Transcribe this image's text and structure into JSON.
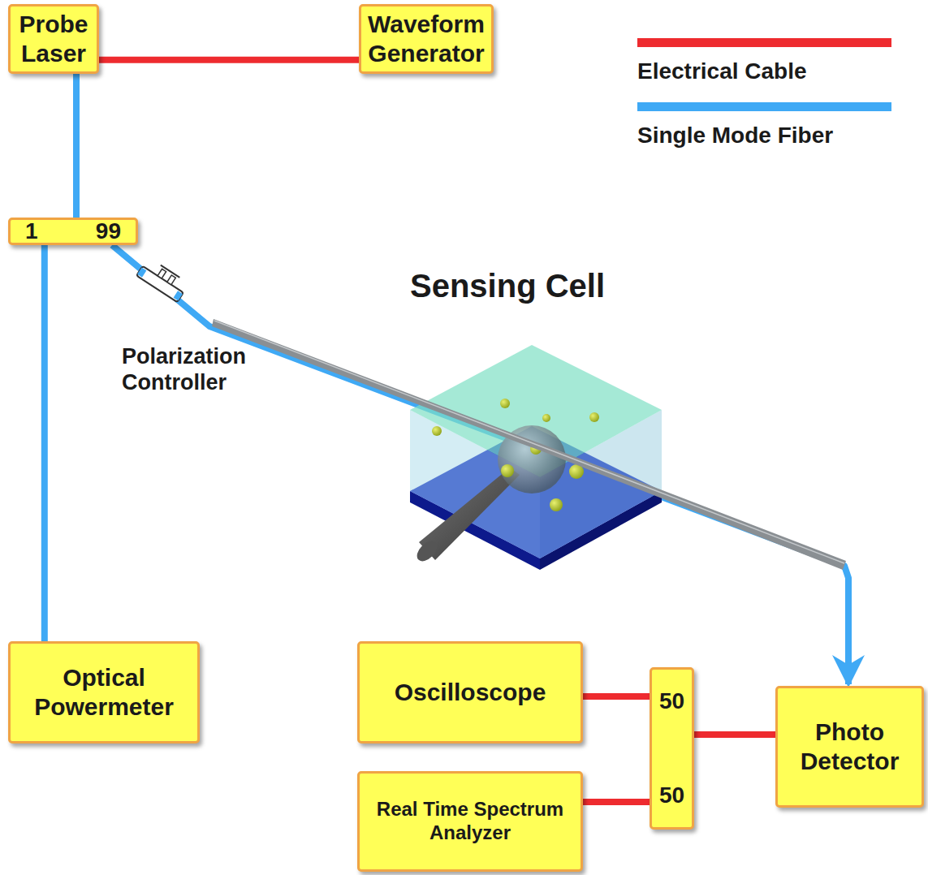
{
  "diagram": {
    "nodes": [
      {
        "text": [
          "Probe Laser"
        ]
      },
      {
        "text": [
          "Waveform Generator"
        ]
      },
      {
        "text": [
          "1",
          "99"
        ]
      },
      {
        "text": [
          "Optical Powermeter"
        ]
      },
      {
        "text": [
          "Oscilloscope"
        ]
      },
      {
        "text": [
          "50",
          "50"
        ]
      },
      {
        "text": [
          "Photo Detector"
        ]
      },
      {
        "text": [
          "Real Time Spectrum Analyzer"
        ]
      }
    ],
    "edges": [
      {
        "from": 0,
        "to": 1,
        "arrow": "none"
      },
      {
        "from": 0,
        "to": 2,
        "arrow": "none"
      },
      {
        "from": 2,
        "to": 3,
        "arrow": "none"
      },
      {
        "from": 2,
        "to": 6,
        "arrow": "to"
      },
      {
        "from": 6,
        "to": 5,
        "arrow": "none"
      },
      {
        "from": 5,
        "to": 4,
        "arrow": "none"
      },
      {
        "from": 5,
        "to": 7,
        "arrow": "none"
      }
    ],
    "labels": [
      "Sensing Cell",
      "Polarization Controller"
    ],
    "legend": [
      {
        "text": "Electrical Cable",
        "color": "#ee2b2f"
      },
      {
        "text": "Single Mode Fiber",
        "color": "#3fa9f5"
      }
    ]
  }
}
